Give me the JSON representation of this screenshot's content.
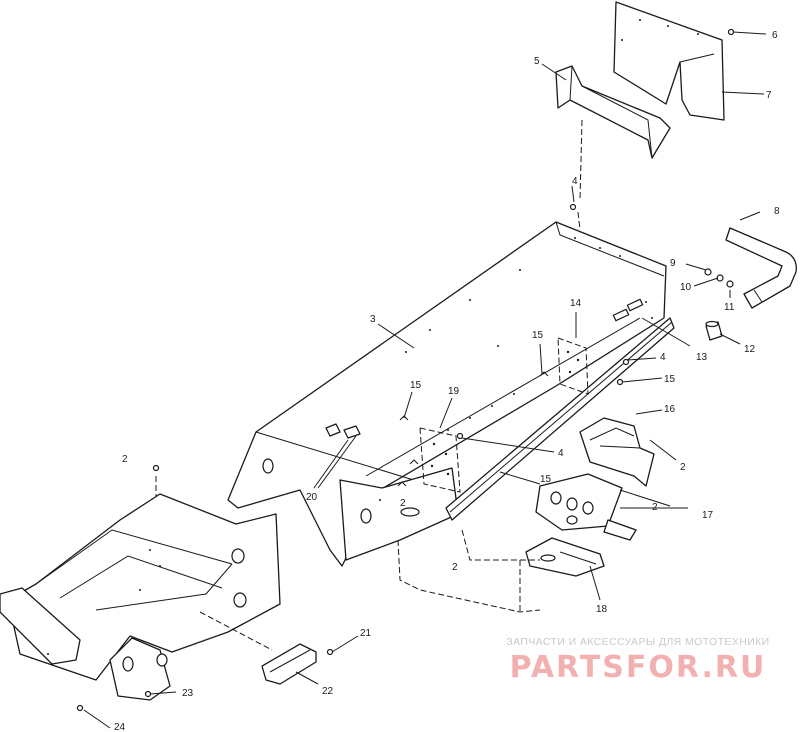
{
  "callouts": [
    "2",
    "2",
    "2",
    "2",
    "2",
    "3",
    "4",
    "4",
    "4",
    "5",
    "6",
    "7",
    "8",
    "9",
    "10",
    "11",
    "12",
    "13",
    "14",
    "15",
    "15",
    "15",
    "15",
    "16",
    "17",
    "18",
    "19",
    "20",
    "21",
    "22",
    "23",
    "24"
  ],
  "watermark": {
    "tagline": "ЗАПЧАСТИ И АКСЕССУАРЫ ДЛЯ МОТОТЕХНИКИ",
    "logo_text": "PARTSFOR.RU"
  }
}
